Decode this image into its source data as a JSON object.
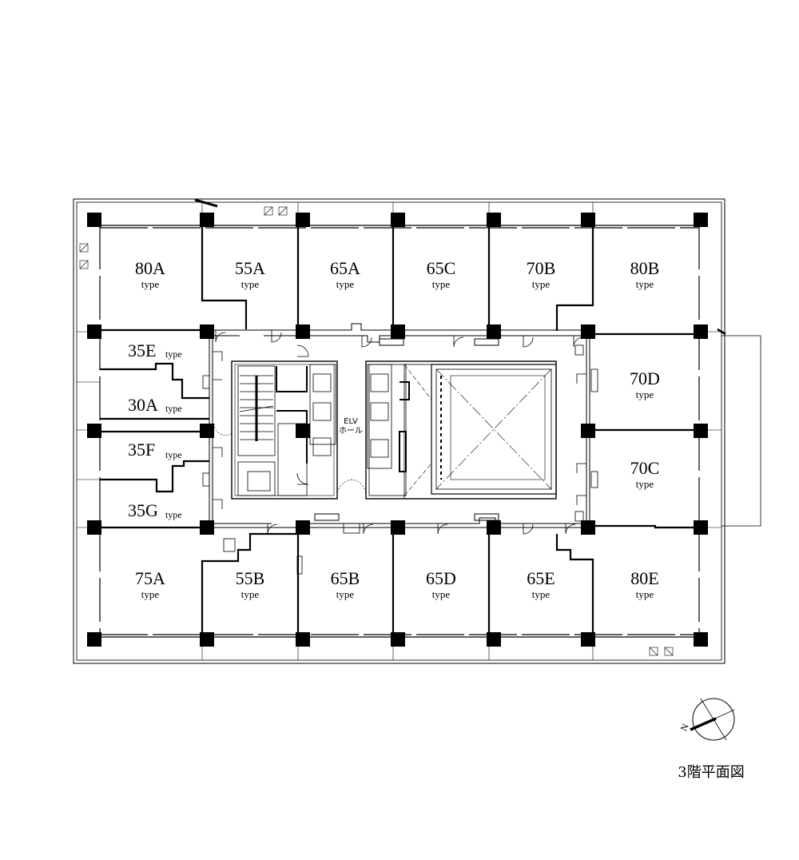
{
  "caption": "3階平面図",
  "compass": {
    "north_label": "N"
  },
  "elevator_hall": {
    "line1": "ELV",
    "line2": "ホール"
  },
  "rooms": [
    {
      "id": "80A",
      "type_label": "type"
    },
    {
      "id": "55A",
      "type_label": "type"
    },
    {
      "id": "65A",
      "type_label": "type"
    },
    {
      "id": "65C",
      "type_label": "type"
    },
    {
      "id": "70B",
      "type_label": "type"
    },
    {
      "id": "80B",
      "type_label": "type"
    },
    {
      "id": "35E",
      "type_label": "type"
    },
    {
      "id": "30A",
      "type_label": "type"
    },
    {
      "id": "35F",
      "type_label": "type"
    },
    {
      "id": "35G",
      "type_label": "type"
    },
    {
      "id": "70D",
      "type_label": "type"
    },
    {
      "id": "70C",
      "type_label": "type"
    },
    {
      "id": "75A",
      "type_label": "type"
    },
    {
      "id": "55B",
      "type_label": "type"
    },
    {
      "id": "65B",
      "type_label": "type"
    },
    {
      "id": "65D",
      "type_label": "type"
    },
    {
      "id": "65E",
      "type_label": "type"
    },
    {
      "id": "80E",
      "type_label": "type"
    }
  ]
}
